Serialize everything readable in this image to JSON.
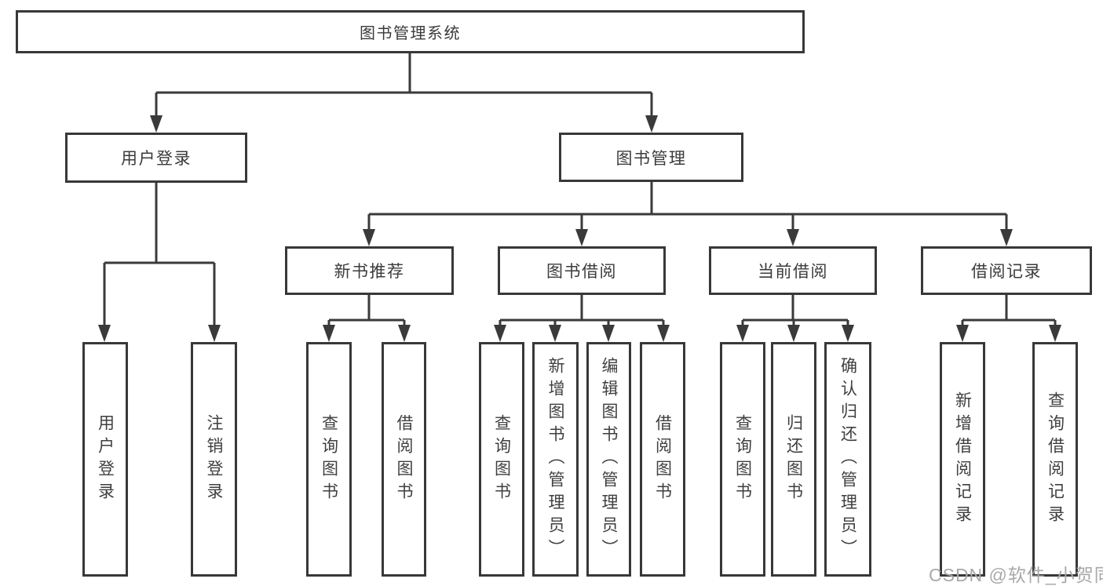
{
  "nodes": {
    "root": {
      "label": "图书管理系统"
    },
    "level2": [
      {
        "label": "用户登录",
        "parent": "图书管理系统"
      },
      {
        "label": "图书管理",
        "parent": "图书管理系统"
      }
    ],
    "level3": [
      {
        "label": "新书推荐",
        "parent": "图书管理"
      },
      {
        "label": "图书借阅",
        "parent": "图书管理"
      },
      {
        "label": "当前借阅",
        "parent": "图书管理"
      },
      {
        "label": "借阅记录",
        "parent": "图书管理"
      }
    ],
    "leaves": [
      {
        "label": "用户登录",
        "parent": "用户登录"
      },
      {
        "label": "注销登录",
        "parent": "用户登录"
      },
      {
        "label": "查询图书",
        "parent": "新书推荐"
      },
      {
        "label": "借阅图书",
        "parent": "新书推荐"
      },
      {
        "label": "查询图书",
        "parent": "图书借阅"
      },
      {
        "label": "新增图书（管理员）",
        "parent": "图书借阅"
      },
      {
        "label": "编辑图书（管理员）",
        "parent": "图书借阅"
      },
      {
        "label": "借阅图书",
        "parent": "图书借阅"
      },
      {
        "label": "查询图书",
        "parent": "当前借阅"
      },
      {
        "label": "归还图书",
        "parent": "当前借阅"
      },
      {
        "label": "确认归还（管理员）",
        "parent": "当前借阅"
      },
      {
        "label": "新增借阅记录",
        "parent": "借阅记录"
      },
      {
        "label": "查询借阅记录",
        "parent": "借阅记录"
      }
    ]
  },
  "watermark": {
    "text": "CSDN @软件_小贺同学",
    "color": "#a8a8a8"
  },
  "colors": {
    "background": "#ffffff",
    "box_border": "#383838",
    "line": "#3a3a3a",
    "text": "#3b3b3b"
  }
}
